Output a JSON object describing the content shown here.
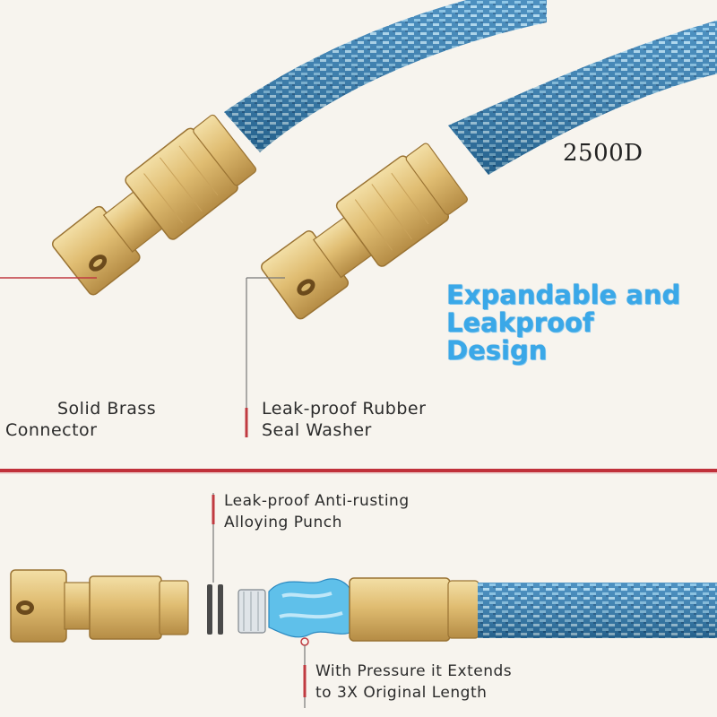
{
  "spec_label": "2500D",
  "headline": {
    "line1": "Expandable and",
    "line2": "Leakproof",
    "line3": "Design"
  },
  "callouts": {
    "brass_connector": {
      "line1": "Solid Brass",
      "line2": "Connector"
    },
    "rubber_washer": {
      "line1": "Leak-proof Rubber",
      "line2": "Seal Washer"
    },
    "alloy_punch": {
      "line1": "Leak-proof Anti-rusting",
      "line2": "Alloying Punch"
    },
    "pressure_extend": {
      "line1": "With Pressure it Extends",
      "line2": "to 3X Original Length"
    }
  },
  "colors": {
    "hose_blue": "#2f7fb8",
    "hose_light": "#9cd1ee",
    "brass": "#e3c27c",
    "brass_dark": "#b8904a",
    "divider_red": "#c0303a",
    "headline_blue": "#3aa8e8"
  }
}
